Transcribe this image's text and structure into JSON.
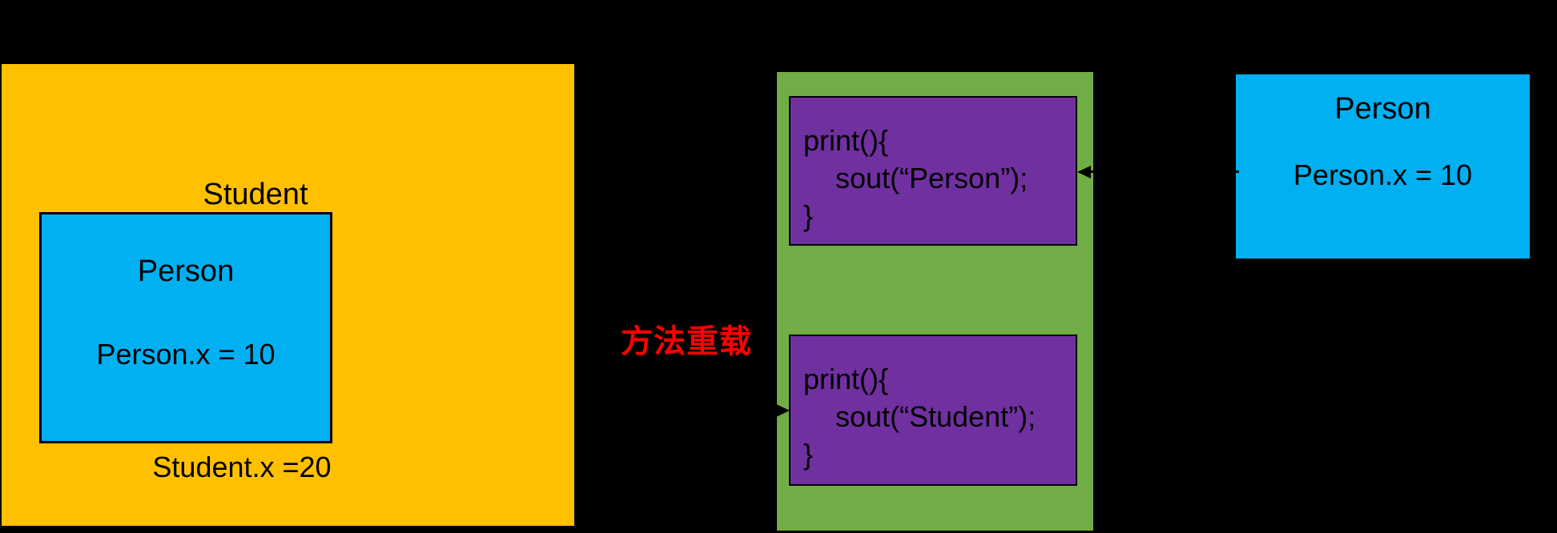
{
  "colors": {
    "background": "#000000",
    "student_box": "#FFC000",
    "person_box": "#00B0F0",
    "method_container": "#70AD47",
    "method_box": "#7030A0",
    "annotation": "#FF0000",
    "text": "#000000"
  },
  "student_box": {
    "title": "Student",
    "field": "Student.x =20",
    "person_box": {
      "title": "Person",
      "field": "Person.x = 10"
    }
  },
  "method_overload": {
    "annotation": "方法重载",
    "blocks": [
      {
        "lines": [
          "print(){",
          "sout(“Person”);",
          "}"
        ]
      },
      {
        "lines": [
          "print(){",
          "sout(“Student”);",
          "}"
        ]
      }
    ]
  },
  "person_object_box": {
    "title": "Person",
    "field": "Person.x = 10"
  }
}
